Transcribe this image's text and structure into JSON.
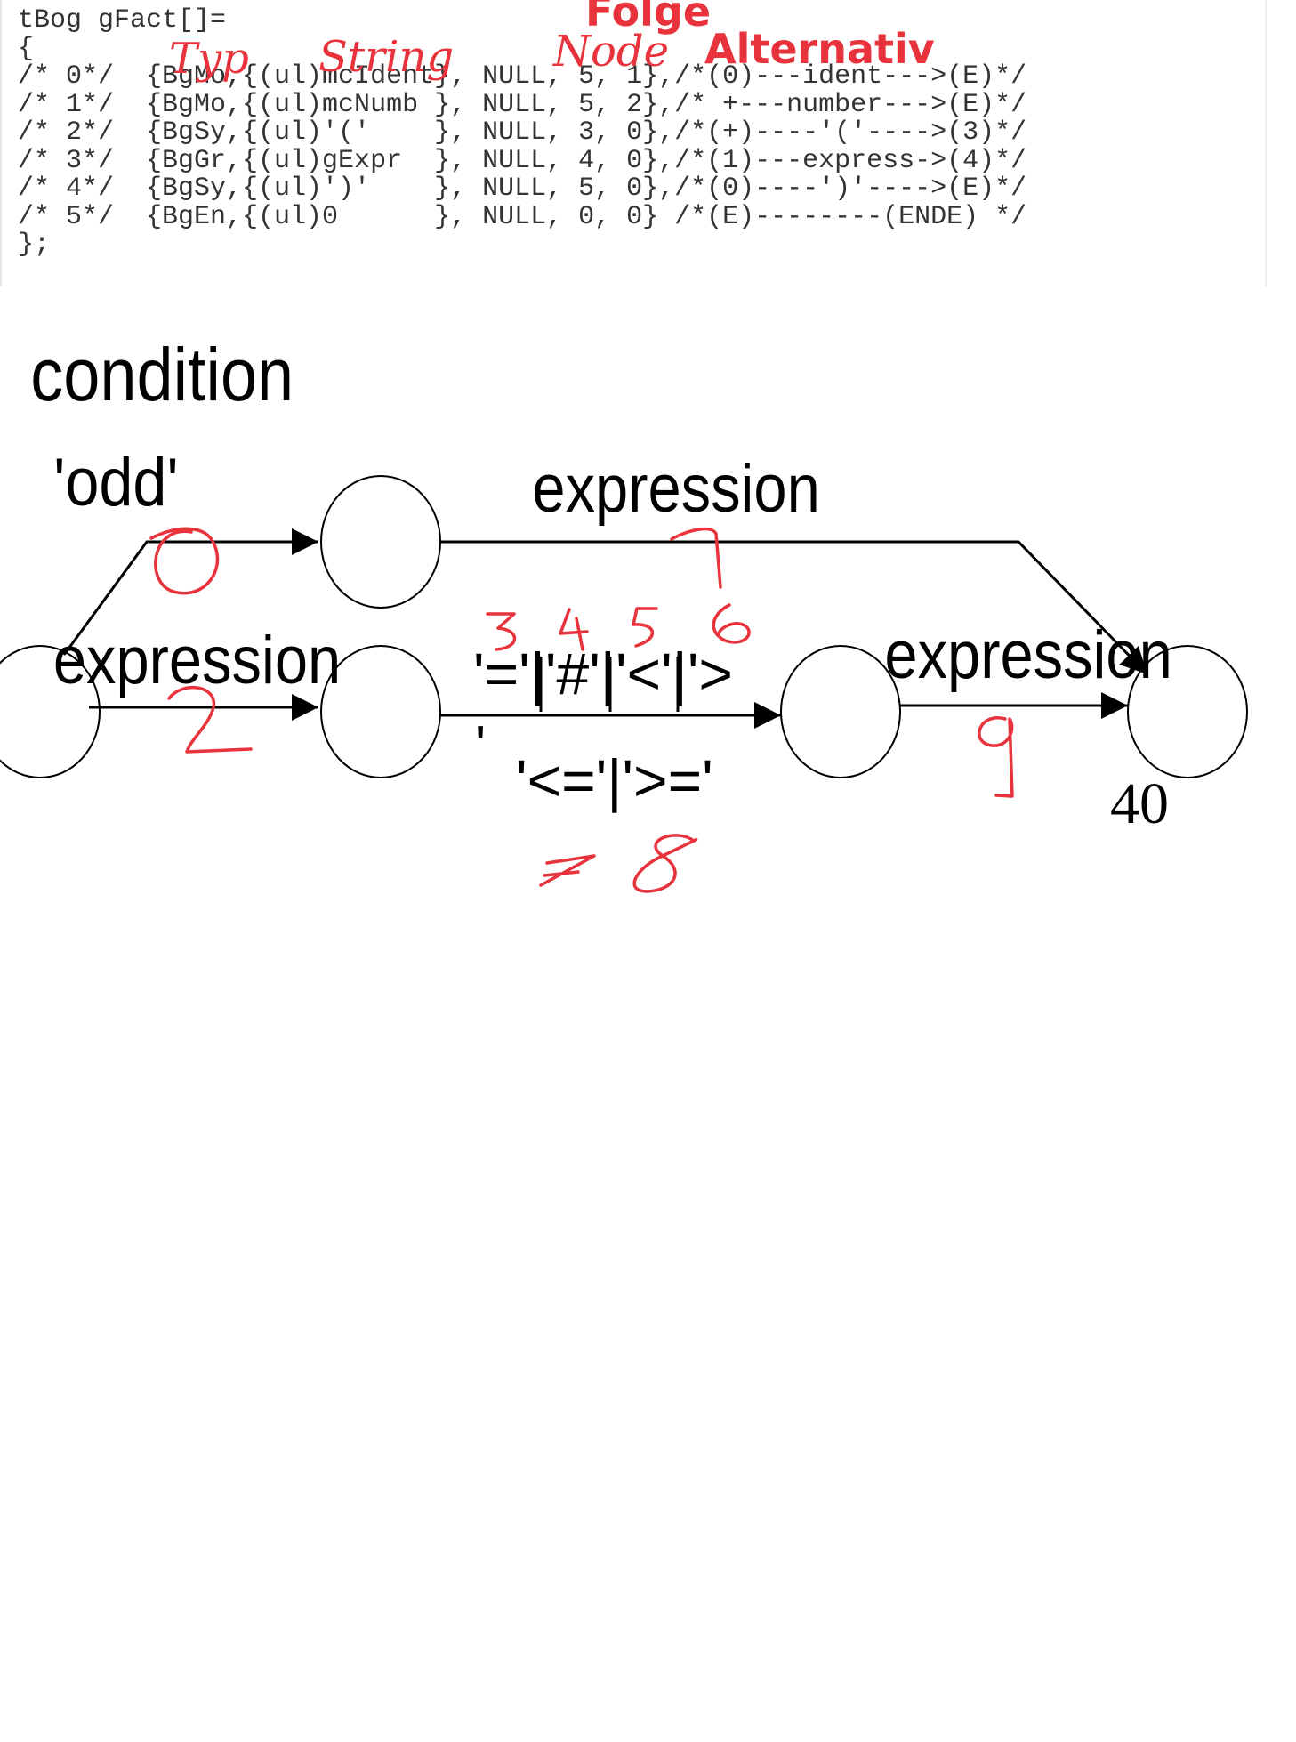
{
  "code": {
    "lines": [
      "tBog gFact[]=",
      "{",
      "/* 0*/  {BgMo,{(ul)mcIdent}, NULL, 5, 1},/*(0)---ident--->(E)*/",
      "/* 1*/  {BgMo,{(ul)mcNumb }, NULL, 5, 2},/* +---number--->(E)*/",
      "/* 2*/  {BgSy,{(ul)'('    }, NULL, 3, 0},/*(+)----'('---->(3)*/",
      "/* 3*/  {BgGr,{(ul)gExpr  }, NULL, 4, 0},/*(1)---express->(4)*/",
      "/* 4*/  {BgSy,{(ul)')'    }, NULL, 5, 0},/*(0)----')'---->(E)*/",
      "/* 5*/  {BgEn,{(ul)0      }, NULL, 0, 0} /*(E)--------(ENDE) */",
      "};"
    ]
  },
  "headings": {
    "folge": "Folge",
    "alternativ": "Alternativ"
  },
  "handwritten": {
    "typ": "Typ",
    "string": "String",
    "node": "Node",
    "numbers": [
      "0",
      "1",
      "2",
      "3",
      "4",
      "5",
      "6",
      "7",
      "8",
      "9"
    ]
  },
  "diagram": {
    "title": "condition",
    "odd_label": "'odd'",
    "top_expression_label": "expression",
    "left_expression_label": "expression",
    "ops_line1": "'='|'#'|'<'|'>",
    "ops_quote": "'",
    "ops_line2": "'<='|'>='",
    "right_expression_label": "expression",
    "end_number": "40"
  },
  "colors": {
    "annotation": "#e8323c",
    "diagram_ink": "#000000",
    "code_text": "#333333"
  }
}
